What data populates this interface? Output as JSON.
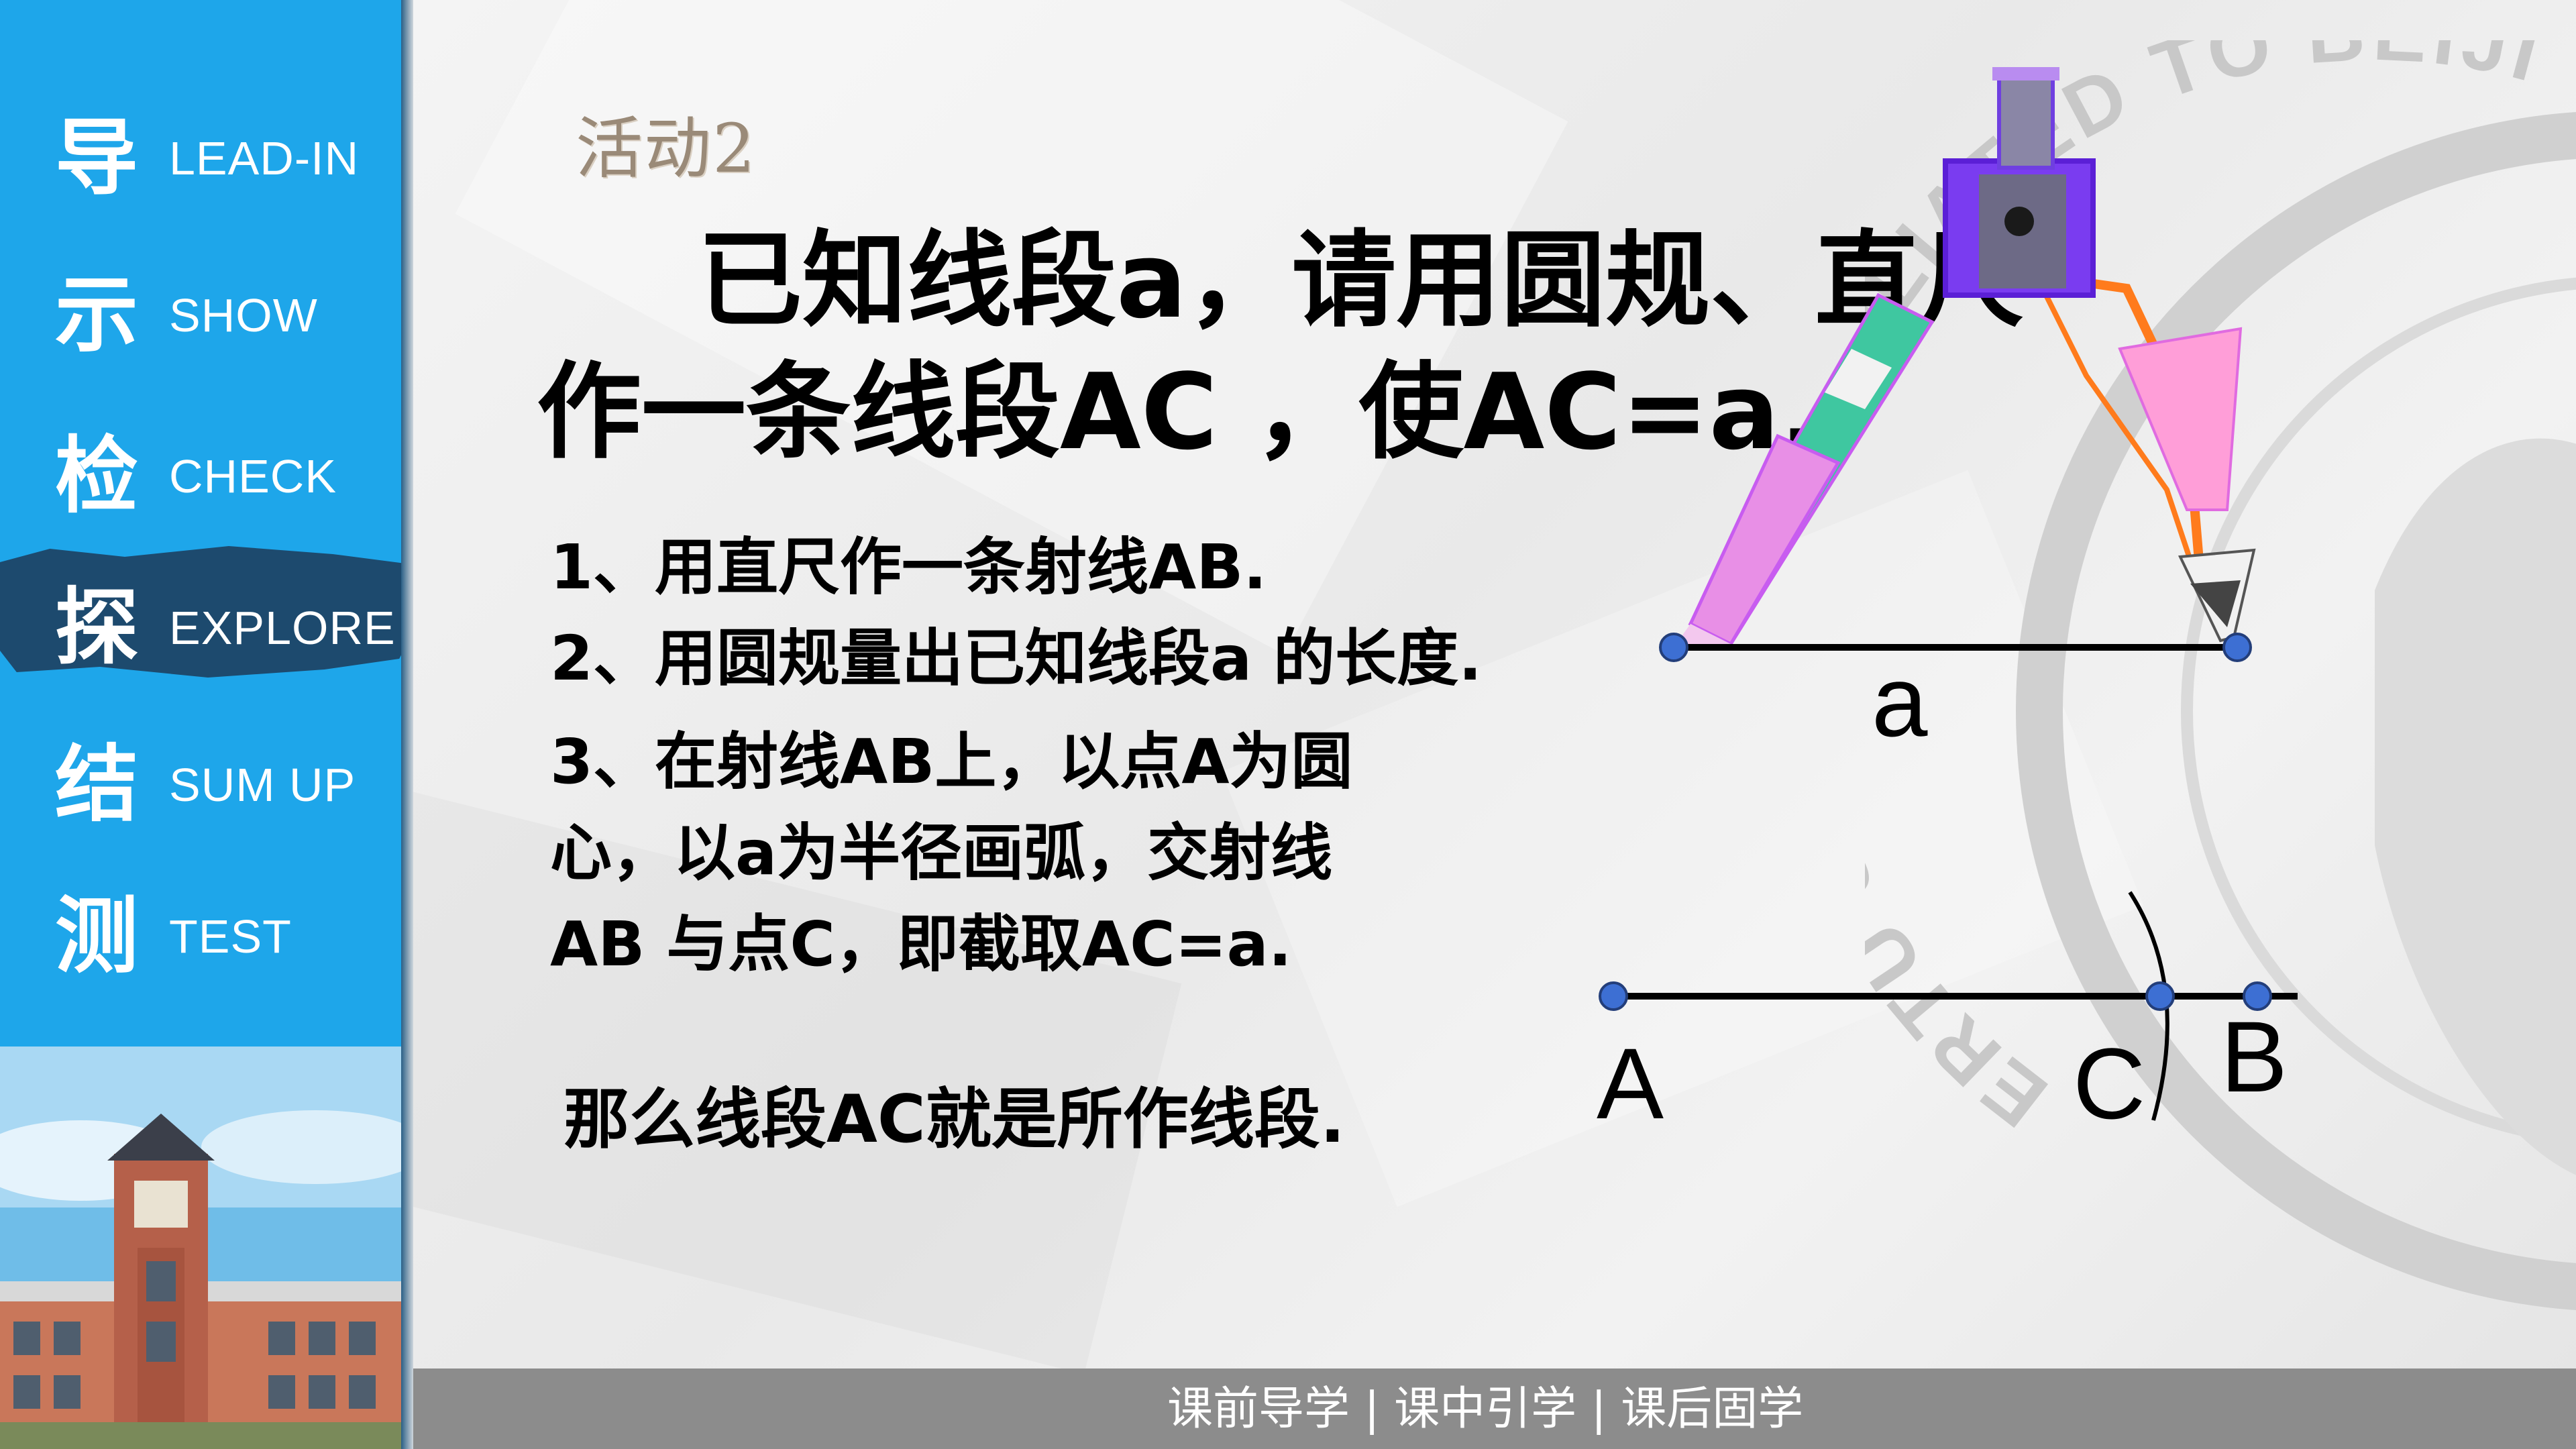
{
  "sidebar": {
    "items": [
      {
        "char": "导",
        "en": "LEAD-IN"
      },
      {
        "char": "示",
        "en": "SHOW"
      },
      {
        "char": "检",
        "en": "CHECK"
      },
      {
        "char": "探",
        "en": "EXPLORE"
      },
      {
        "char": "结",
        "en": "SUM UP"
      },
      {
        "char": "测",
        "en": "TEST"
      }
    ],
    "active_index": 3
  },
  "slide": {
    "activity_title": "活动2",
    "problem_line1": "已知线段a，请用圆规、直尺",
    "problem_line2": "作一条线段AC ，使AC=a.",
    "steps": [
      "1、用直尺作一条射线AB.",
      "2、用圆规量出已知线段a 的长度.",
      "3、在射线AB上，以点A为圆",
      "心，以a为半径画弧，交射线",
      "AB 与点C，即截取AC=a."
    ],
    "conclusion": "那么线段AC就是所作线段.",
    "labels": {
      "segment": "a",
      "point_a": "A",
      "point_c": "C",
      "point_b": "B"
    }
  },
  "watermark": {
    "text": "ERTU SCHOOL AFFILIATED TO BEIJI"
  },
  "bottom_bar": {
    "text": "课前导学 | 课中引学 | 课后固学"
  },
  "colors": {
    "sidebar_blue": "#1ea6ea",
    "active_bg": "#1d4a6e",
    "point_blue": "#3d6fd3",
    "bottom_gray": "#8c8c8c"
  }
}
